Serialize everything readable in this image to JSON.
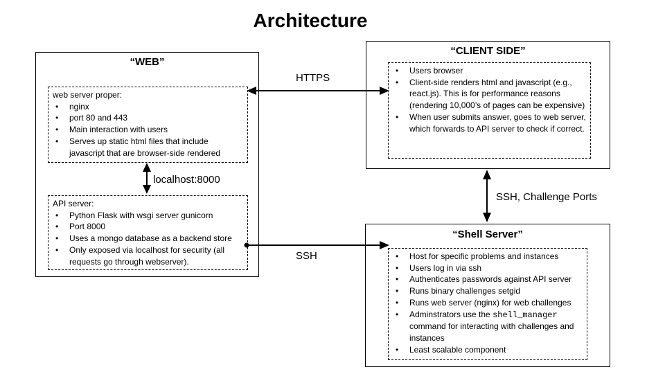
{
  "title": "Architecture",
  "web": {
    "title": "“WEB”",
    "webserver": {
      "heading": "web server proper:",
      "items": [
        "nginx",
        "port 80 and 443",
        "Main interaction with users",
        "Serves up static html files that include javascript that are browser-side rendered"
      ]
    },
    "api": {
      "heading": "API server:",
      "items": [
        "Python Flask with wsgi server gunicorn",
        "Port 8000",
        "Uses a mongo database as a backend store",
        "Only exposed via localhost for security (all requests go through webserver)."
      ]
    }
  },
  "client": {
    "title": "“CLIENT SIDE”",
    "items": [
      "Users browser",
      "Client-side renders html and javascript (e.g., react.js). This is for performance reasons (rendering 10,000’s of pages can be expensive)",
      "When user submits answer, goes to web server, which forwards to API server to check if correct."
    ]
  },
  "shell": {
    "title": "“Shell Server”",
    "items": [
      "Host for specific problems and instances",
      "Users log in via ssh",
      "Authenticates passwords against API server",
      "Runs binary challenges setgid",
      "Runs web server (nginx) for web challenges"
    ],
    "admin_pre": "Adminstrators use the",
    "admin_code": "shell_manager",
    "admin_post": "command for interacting with challenges and instances",
    "last_item": "Least scalable component"
  },
  "labels": {
    "https": "HTTPS",
    "localhost": "localhost:8000",
    "ssh": "SSH",
    "ssh_challenge": "SSH, Challenge Ports"
  }
}
